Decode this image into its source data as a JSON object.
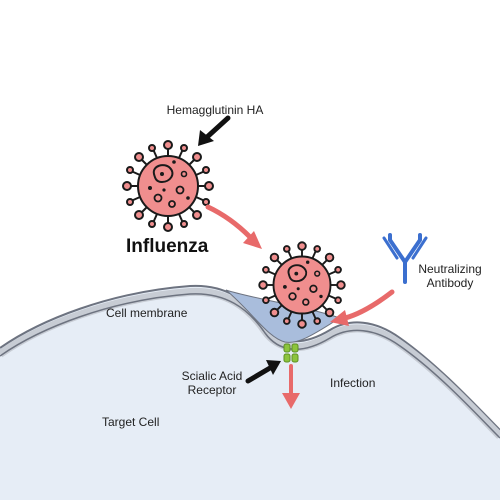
{
  "labels": {
    "hemagglutinin": "Hemagglutinin HA",
    "title": "Influenza",
    "antibody_line1": "Neutralizing",
    "antibody_line2": "Antibody",
    "cell_membrane": "Cell membrane",
    "receptor_line1": "Scialic Acid",
    "receptor_line2": "Receptor",
    "infection": "Infection",
    "target_cell": "Target Cell"
  },
  "icons": {
    "virus": "virus-icon",
    "antibody": "antibody-icon",
    "receptor": "receptor-icon",
    "arrow": "arrow-icon"
  },
  "colors": {
    "virus_body": "#f08e8e",
    "virus_outline": "#1a1a1a",
    "arrow_red": "#e86a6a",
    "arrow_black": "#111111",
    "cell_fill": "#e6edf6",
    "membrane_outer": "#c7ccd4",
    "binding_pocket": "#a9bddc",
    "antibody": "#3b6fcf",
    "receptor": "#8cc43c"
  }
}
